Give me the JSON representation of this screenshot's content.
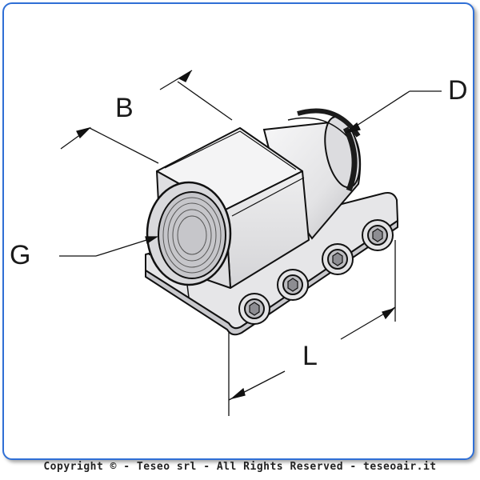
{
  "diagram": {
    "dimension_labels": {
      "b": "B",
      "d": "D",
      "g": "G",
      "l": "L"
    }
  },
  "footer": {
    "copyright": "Copyright © - Teseo srl - All Rights Reserved - teseoair.it"
  },
  "colors": {
    "frame_border": "#2f6fd6",
    "part_fill": "#e9e9ea",
    "part_shade": "#cfcfd2",
    "outline": "#111111"
  }
}
